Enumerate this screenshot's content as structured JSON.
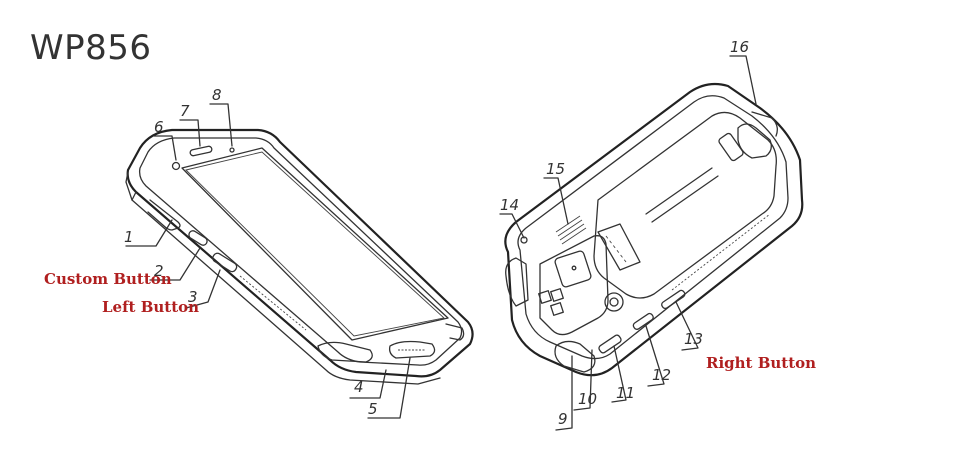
{
  "title": "WP856",
  "colors": {
    "line": "#333333",
    "label_red": "#b01f1f"
  },
  "callouts": {
    "n1": "1",
    "n2": "2",
    "n3": "3",
    "n4": "4",
    "n5": "5",
    "n6": "6",
    "n7": "7",
    "n8": "8",
    "n9": "9",
    "n10": "10",
    "n11": "11",
    "n12": "12",
    "n13": "13",
    "n14": "14",
    "n15": "15",
    "n16": "16"
  },
  "labels": {
    "custom_button": "Custom Button",
    "left_button": "Left Button",
    "right_button": "Right Button"
  }
}
